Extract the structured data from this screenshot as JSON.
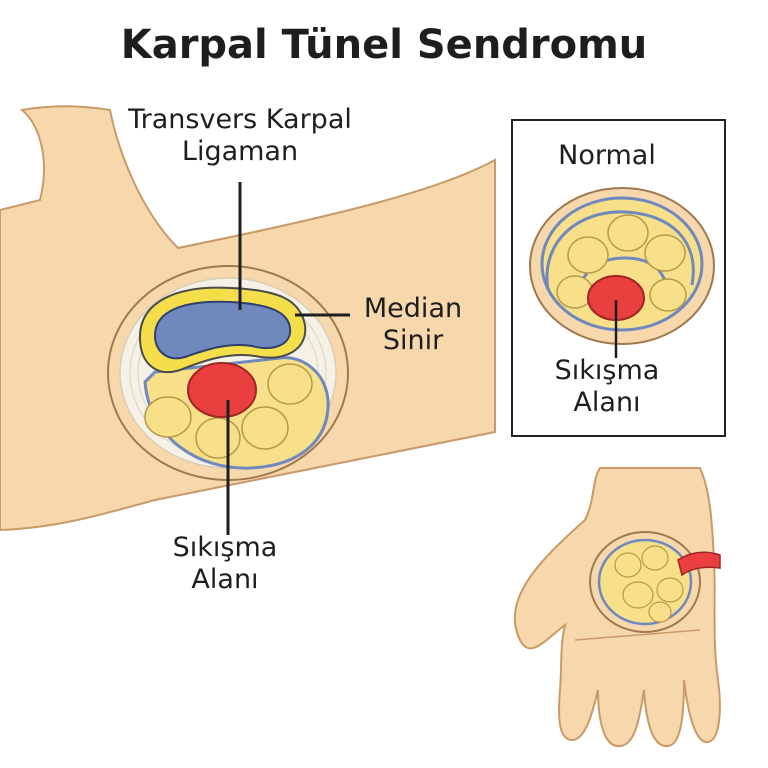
{
  "title": "Karpal Tünel Sendromu",
  "labels": {
    "ligament": "Transvers Karpal\nLigaman",
    "median_nerve": "Median\nSinir",
    "compression_area": "Sıkışma\nAlanı"
  },
  "inset": {
    "title": "Normal",
    "compression_area": "Sıkışma\nAlanı"
  },
  "colors": {
    "skin": "#f7d8ad",
    "skin_outline": "#c99a68",
    "tendon": "#f8e08a",
    "ligament_yellow": "#f4df4a",
    "ligament_blue": "#6f88be",
    "median_nerve": "#e9403f",
    "sheath": "#f5f1e6",
    "outline": "#202020"
  }
}
